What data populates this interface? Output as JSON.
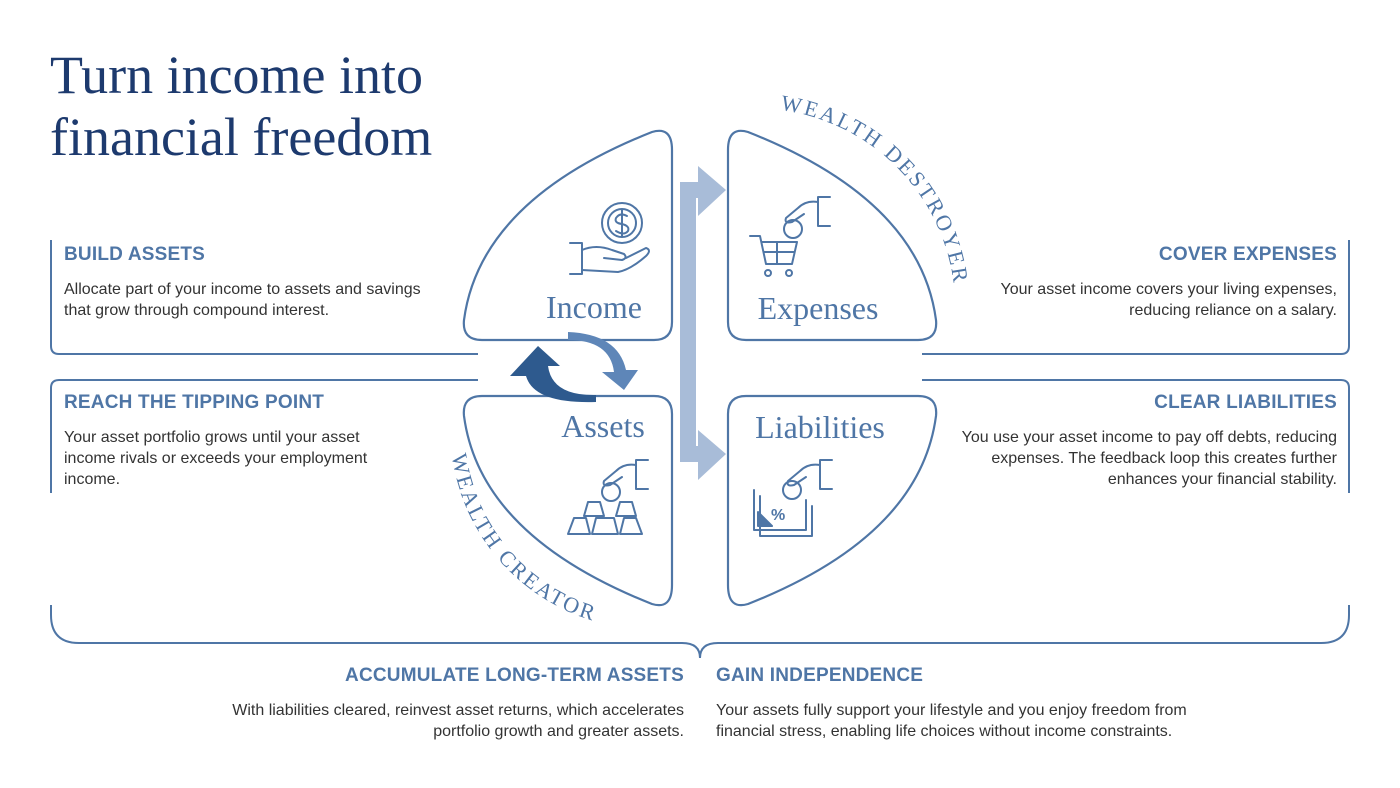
{
  "title": {
    "line1": "Turn income into",
    "line2": "financial freedom"
  },
  "quadrants": {
    "income": "Income",
    "expenses": "Expenses",
    "assets": "Assets",
    "liabilities": "Liabilities"
  },
  "arc_labels": {
    "destroyer": "WEALTH DESTROYER",
    "creator": "WEALTH CREATOR"
  },
  "sections": {
    "build_assets": {
      "heading": "BUILD ASSETS",
      "text": "Allocate part of your income to assets and savings that grow through compound interest."
    },
    "tipping_point": {
      "heading": "REACH THE TIPPING POINT",
      "text": "Your asset portfolio grows until your asset income rivals or exceeds your employment income."
    },
    "cover_expenses": {
      "heading": "COVER EXPENSES",
      "text": "Your asset income covers your living expenses, reducing reliance on a salary."
    },
    "clear_liabilities": {
      "heading": "CLEAR LIABILITIES",
      "text": "You use your asset income to pay off debts, reducing expenses. The feedback loop this creates further enhances your financial stability."
    },
    "accumulate": {
      "heading": "ACCUMULATE LONG-TERM ASSETS",
      "text": "With liabilities cleared, reinvest asset returns, which accelerates portfolio growth and greater assets."
    },
    "independence": {
      "heading": "GAIN INDEPENDENCE",
      "text": "Your assets fully support your lifestyle and you enjoy freedom from financial stress, enabling life choices without income constraints."
    }
  },
  "colors": {
    "primary": "#4f76a6",
    "title": "#1d3a6e",
    "arrow_light": "#a8bcd8",
    "arrow_dark": "#2e5a8e"
  },
  "icons": {
    "income": "hand-dollar-coin-icon",
    "expenses": "shopping-cart-coin-icon",
    "assets": "gold-bars-coin-icon",
    "liabilities": "bill-percent-coin-icon"
  }
}
